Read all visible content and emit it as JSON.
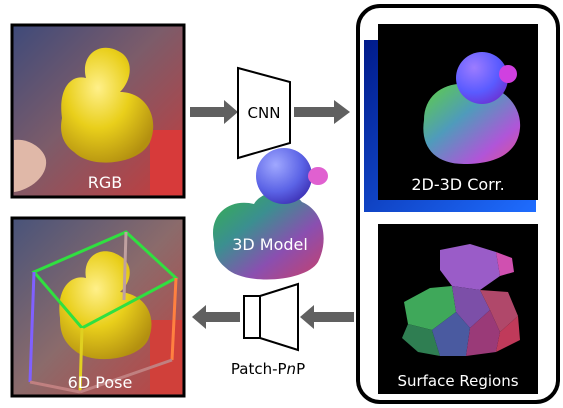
{
  "labels": {
    "rgb": "RGB",
    "cnn": "CNN",
    "model": "3D Model",
    "pose": "6D Pose",
    "pnp_prefix": "Patch-P",
    "pnp_italic": "n",
    "pnp_suffix": "P",
    "corr": "2D-3D Corr.",
    "regions": "Surface Regions"
  },
  "colors": {
    "arrow": "#606060",
    "frame": "#000000",
    "duck": "#e8cf1a",
    "bbox_top": "#30e040",
    "bbox_side_left": "#8060ff",
    "bbox_side_right": "#ff8040",
    "corr_glow": "#1040ff"
  }
}
